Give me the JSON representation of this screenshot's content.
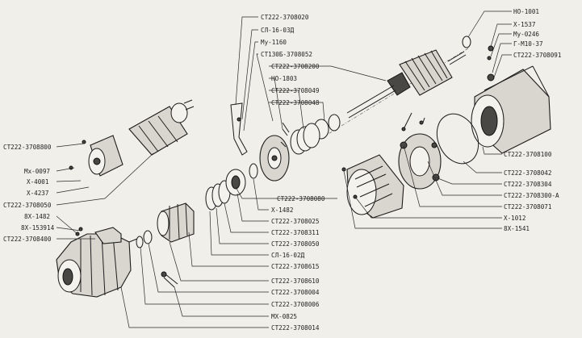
{
  "labels": {
    "l1": "СТ222-3708020",
    "l2": "СЛ-16-03Д",
    "l3": "Му-1160",
    "l4": "СТ130Б-3708052",
    "l5": "СТ222-3708200",
    "l6": "НО-1803",
    "l7": "СТ222-3708049",
    "l8": "СТ222-3708048",
    "l9": "НО-1001",
    "l10": "Х-1537",
    "l11": "Му-0246",
    "l12": "Г-М10-37",
    "l13": "СТ222-3708091",
    "l14": "СТ222-3708100",
    "l15": "СТ222-3708042",
    "l16": "СТ222-3708304",
    "l17": "СТ222-3708300-А",
    "l18": "СТ222-3708071",
    "l19": "Х-1012",
    "l20": "8Х-1541",
    "l21": "СТ222-3708080",
    "l22": "Х-1482",
    "l23": "СТ222-3708025",
    "l24": "СТ222-3708311",
    "l25": "СТ222-3708050",
    "l26": "СЛ-16-02Д",
    "l27": "СТ222-3708615",
    "l28": "СТ222-3708610",
    "l29": "СТ222-3708004",
    "l30": "СТ222-3708006",
    "l31": "МХ-0825",
    "l32": "СТ222-3708014",
    "l33": "СТ222-3708800",
    "l34": "Мх-0097",
    "l35": "Х-4001",
    "l36": "Х-4237",
    "l37": "СТ222-3708050",
    "l38": "8Х-1482",
    "l39": "8Х-153914",
    "l40": "СТ222-3708400"
  }
}
